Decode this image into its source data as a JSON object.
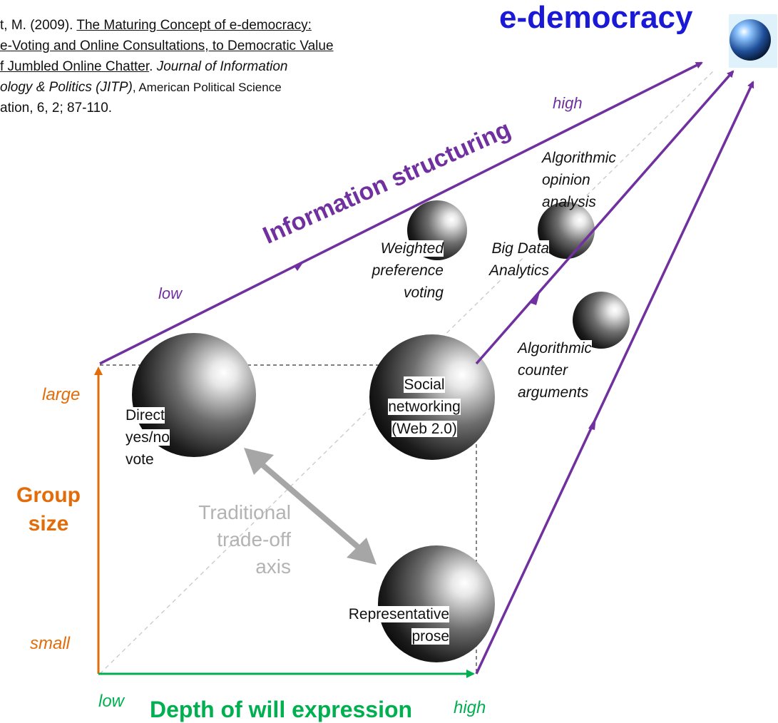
{
  "citation": {
    "line1_pre": "t, M. (2009). ",
    "line1_u": "The Maturing Concept of e-democracy:",
    "line2_u": "e-Voting and Online Consultations, to Democratic Value",
    "line3_u": "f Jumbled Online Chatter",
    "line3_post": ". ",
    "line3_i": "Journal of Information",
    "line4_i": "ology & Politics (JITP)",
    "line4_post": ", American Political Science",
    "line5": "ation, 6, 2; 87-110."
  },
  "title": "e-democracy",
  "axis_labels": {
    "information_structuring": "Information structuring",
    "info_low": "low",
    "info_high": "high",
    "group_size": [
      "Group",
      "size"
    ],
    "group_large": "large",
    "group_small": "small",
    "depth": "Depth of will expression",
    "depth_low": "low",
    "depth_high": "high"
  },
  "nodes": {
    "direct_vote": [
      "Direct",
      "yes/no",
      "vote"
    ],
    "social_networking": [
      "Social",
      "networking",
      "(Web 2.0)"
    ],
    "representative_prose": [
      "Representative",
      "prose"
    ],
    "weighted_preference": [
      "Weighted",
      "preference",
      "voting"
    ],
    "big_data": [
      "Big Data",
      "Analytics"
    ],
    "algorithmic_opinion": [
      "Algorithmic",
      "opinion",
      "analysis"
    ],
    "algorithmic_counter": [
      "Algorithmic",
      "counter",
      "arguments"
    ]
  },
  "tradeoff": [
    "Traditional",
    "trade-off",
    "axis"
  ],
  "colors": {
    "purple": "#7030a0",
    "orange": "#e36c09",
    "green": "#00b050",
    "blue": "#1a1ad6",
    "gray": "#a6a6a6"
  }
}
